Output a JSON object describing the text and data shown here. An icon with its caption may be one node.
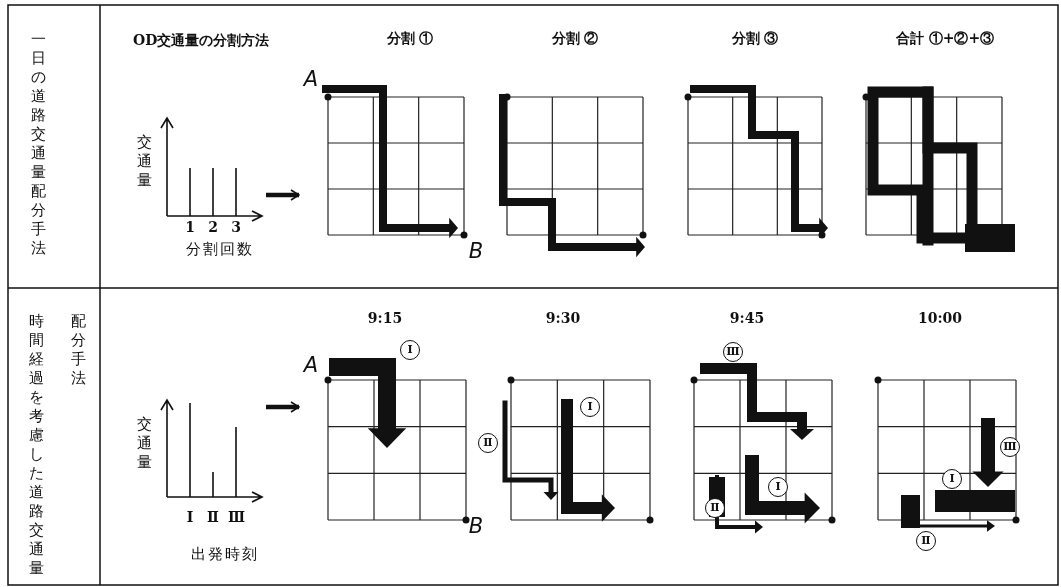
{
  "diagram": {
    "nodes": [
      {
        "text": [
          "一日の道路交通量配分手法"
        ]
      },
      {
        "text": [
          "時間経過を考慮した道路交通量",
          "配分手法"
        ]
      },
      {
        "text": [
          "交通量",
          "1",
          "2",
          "3",
          "分割回数"
        ]
      },
      {
        "text": [
          "分割 ①",
          "A",
          "B"
        ]
      },
      {
        "text": [
          "分割 ②"
        ]
      },
      {
        "text": [
          "分割 ③"
        ]
      },
      {
        "text": [
          "合計 ①+②+③"
        ]
      },
      {
        "text": [
          "交通量",
          "Ⅰ",
          "Ⅱ",
          "Ⅲ",
          "出発時刻"
        ]
      },
      {
        "text": [
          "9:15",
          "A",
          "Ⅰ",
          "B"
        ]
      },
      {
        "text": [
          "9:30",
          "Ⅰ",
          "Ⅱ"
        ]
      },
      {
        "text": [
          "9:45",
          "Ⅲ",
          "Ⅰ",
          "Ⅱ"
        ]
      },
      {
        "text": [
          "10:00",
          "Ⅲ",
          "Ⅰ",
          "Ⅱ"
        ]
      }
    ],
    "edges": [
      {
        "from": 2,
        "to": 3,
        "arrow": "to"
      },
      {
        "from": 7,
        "to": 8,
        "arrow": "to"
      }
    ],
    "labels": [
      "OD交通量の分割方法"
    ]
  }
}
